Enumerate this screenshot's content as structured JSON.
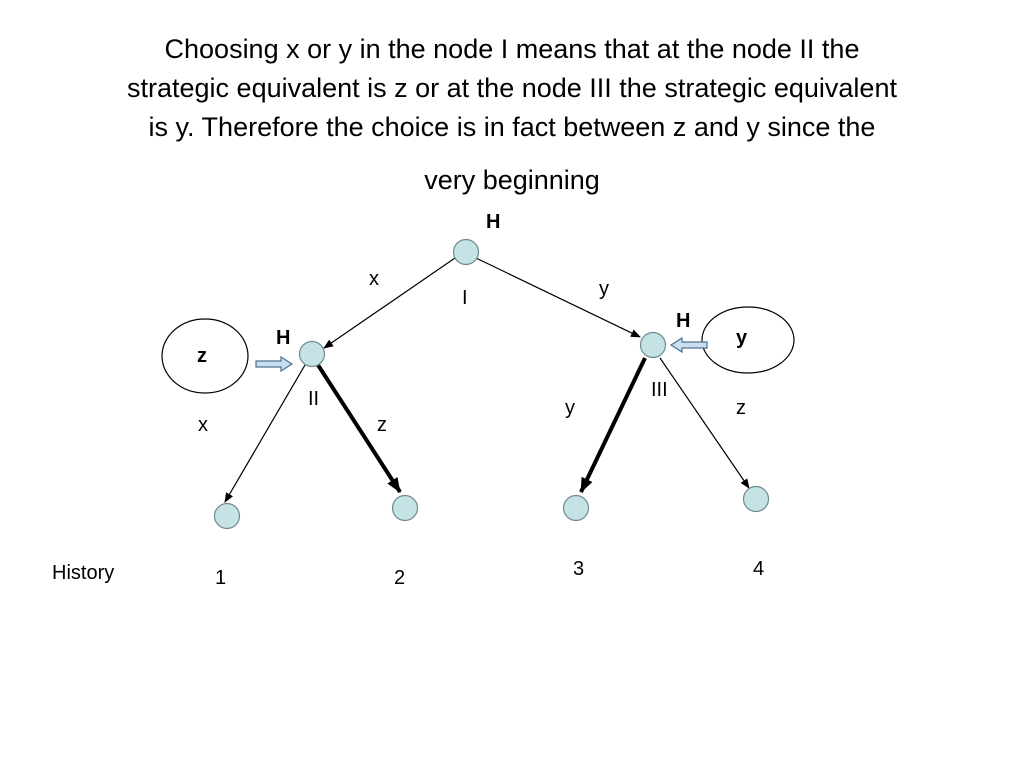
{
  "title": {
    "lines": [
      "Choosing x or y in the node I means that at the node II the",
      "strategic equivalent is z or at the node III the strategic equivalent",
      "is y. Therefore the choice is in fact between z and y since the",
      "very beginning"
    ]
  },
  "nodes": {
    "root": {
      "player": "H",
      "label": "I"
    },
    "left": {
      "player": "H",
      "label": "II"
    },
    "right": {
      "player": "H",
      "label": "III"
    }
  },
  "edges": {
    "root_left": "x",
    "root_right": "y",
    "left_left": "x",
    "left_right": "z",
    "right_left": "y",
    "right_right": "z"
  },
  "equivalents": {
    "left": "z",
    "right": "y"
  },
  "history": {
    "label": "History",
    "leaves": [
      "1",
      "2",
      "3",
      "4"
    ]
  },
  "colors": {
    "node_fill": "#c5e2e4",
    "node_stroke": "#6e8a90",
    "edge": "#000000",
    "arrow_fill": "#c9dff0",
    "arrow_stroke": "#4f6f8f"
  }
}
